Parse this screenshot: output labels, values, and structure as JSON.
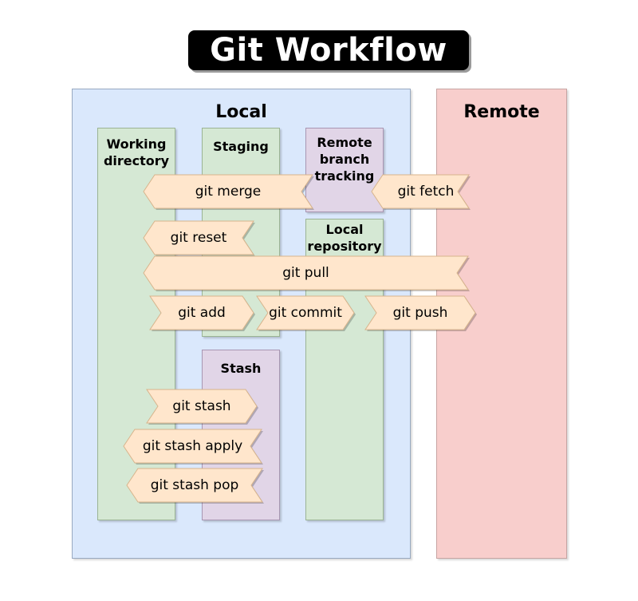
{
  "title": "Git Workflow",
  "colors": {
    "title_bg": "#000000",
    "local_bg": "#dae8fc",
    "remote_bg": "#f8cecc",
    "column_green": "#d5e8d4",
    "column_purple": "#e1d5e7",
    "command_fill": "#ffe6cc",
    "command_border": "#d7b48c"
  },
  "local": {
    "heading": "Local",
    "columns": {
      "working_directory": "Working\ndirectory",
      "staging": "Staging",
      "remote_branch_tracking": "Remote\nbranch\ntracking",
      "local_repository": "Local\nrepository",
      "stash": "Stash"
    }
  },
  "remote": {
    "heading": "Remote"
  },
  "commands": {
    "git_merge": "git merge",
    "git_fetch": "git fetch",
    "git_reset": "git reset",
    "git_pull": "git pull",
    "git_add": "git add",
    "git_commit": "git commit",
    "git_push": "git push",
    "git_stash": "git stash",
    "git_stash_apply": "git stash apply",
    "git_stash_pop": "git stash pop"
  }
}
